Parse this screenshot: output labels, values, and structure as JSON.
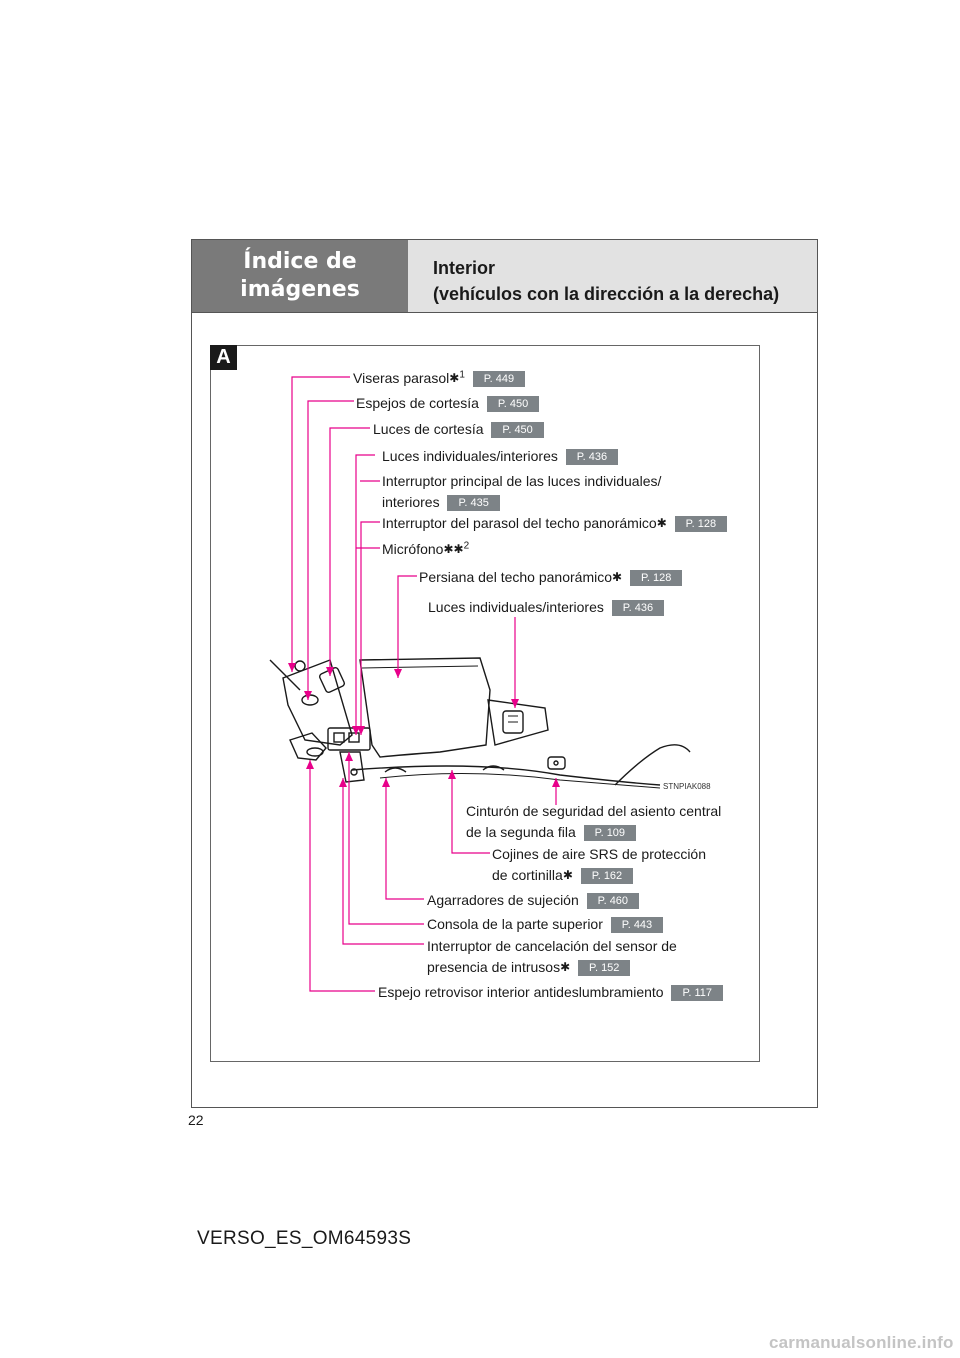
{
  "header": {
    "section_line1": "Índice de",
    "section_line2": "imágenes",
    "title_line1": "Interior",
    "title_line2": "(vehículos con la dirección a la derecha)"
  },
  "figure": {
    "badge": "A",
    "code": "STNPIAK088",
    "labels": [
      {
        "text": "Viseras parasol",
        "sup": "1",
        "page": "P. 449"
      },
      {
        "text": "Espejos de cortesía",
        "page": "P. 450"
      },
      {
        "text": "Luces de cortesía",
        "page": "P. 450"
      },
      {
        "text": "Luces individuales/interiores",
        "page": "P. 436"
      },
      {
        "text": "Interruptor principal de las luces individuales/",
        "text2": "interiores",
        "page": "P. 435"
      },
      {
        "text": "Interruptor del parasol del techo panorámico",
        "page": "P. 128"
      },
      {
        "text": "Micrófono",
        "sup": "2"
      },
      {
        "text": "Persiana del techo panorámico",
        "page": "P. 128"
      },
      {
        "text": "Luces individuales/interiores",
        "page": "P. 436"
      },
      {
        "text": "Cinturón de seguridad del asiento central",
        "text2": "de la segunda fila",
        "page": "P. 109"
      },
      {
        "text": "Cojines de aire SRS de protección",
        "text2": "de cortinilla",
        "page": "P. 162"
      },
      {
        "text": "Agarradores de sujeción",
        "page": "P. 460"
      },
      {
        "text": "Consola de la parte superior",
        "page": "P. 443"
      },
      {
        "text": "Interruptor de cancelación del sensor de",
        "text2": "presencia de intrusos",
        "page": "P. 152"
      },
      {
        "text": "Espejo retrovisor interior antideslumbramiento",
        "page": "P. 117"
      }
    ],
    "asterisk": "✱",
    "leader_color": "#e8008a"
  },
  "page_number": "22",
  "footer_code": "VERSO_ES_OM64593S",
  "watermark": "carmanualsonline.info"
}
